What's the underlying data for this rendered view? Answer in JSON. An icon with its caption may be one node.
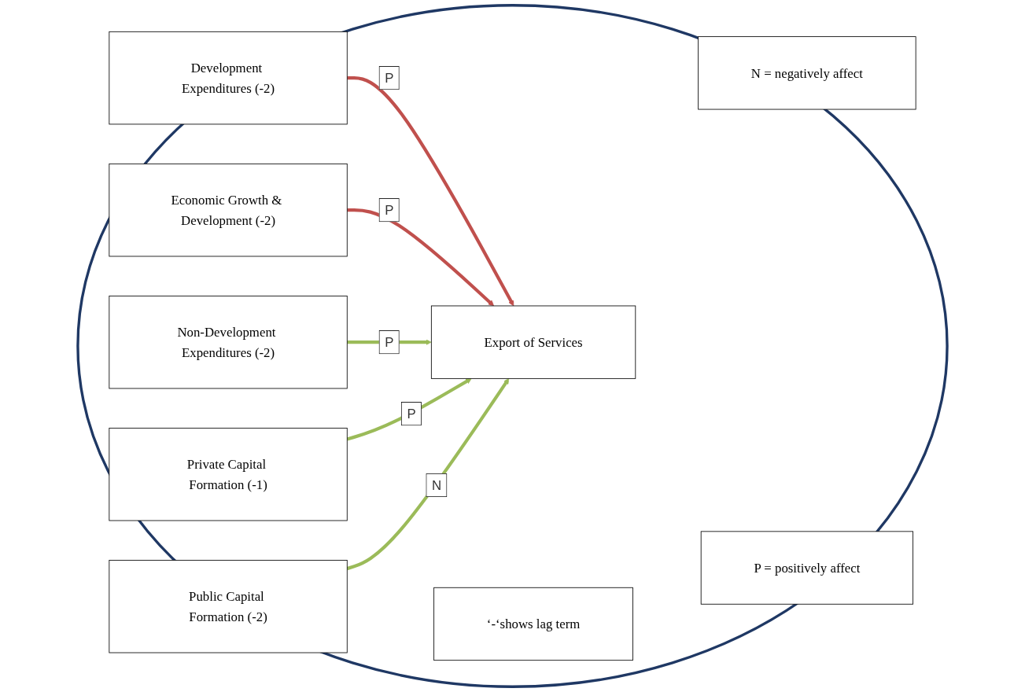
{
  "diagram": {
    "nodes": [
      {
        "text": [],
        "shape": "ellipse"
      },
      {
        "text": [
          "Development Expenditures (-2)"
        ],
        "in": 0
      },
      {
        "text": [
          "Economic Growth & Development (-2)"
        ],
        "in": 0
      },
      {
        "text": [
          "Export of Services"
        ],
        "in": 0
      },
      {
        "text": [
          "Non-Development Expenditures (-2)"
        ],
        "in": 0
      },
      {
        "text": [
          "Public Capital Formation (-2)"
        ],
        "in": 0
      },
      {
        "text": [
          "Private Capital Formation (-1)"
        ],
        "in": 0
      },
      {
        "text": [
          "N = negatively affect"
        ],
        "in": 0
      },
      {
        "text": [
          "P = positively affect"
        ],
        "in": 0
      },
      {
        "text": [
          "‘-‘shows lag term"
        ],
        "in": 0
      }
    ],
    "edges": [
      {
        "from": 1,
        "to": 3,
        "arrow": "to",
        "label": "P",
        "color": "#c0504d"
      },
      {
        "from": 2,
        "to": 3,
        "arrow": "to",
        "label": "P",
        "color": "#c0504d"
      },
      {
        "from": 4,
        "to": 3,
        "arrow": "to",
        "label": "P",
        "color": "#9bbb59"
      },
      {
        "from": 6,
        "to": 3,
        "arrow": "to",
        "label": "P",
        "color": "#9bbb59"
      },
      {
        "from": 5,
        "to": 3,
        "arrow": "to",
        "label": "N",
        "color": "#9bbb59"
      }
    ]
  }
}
